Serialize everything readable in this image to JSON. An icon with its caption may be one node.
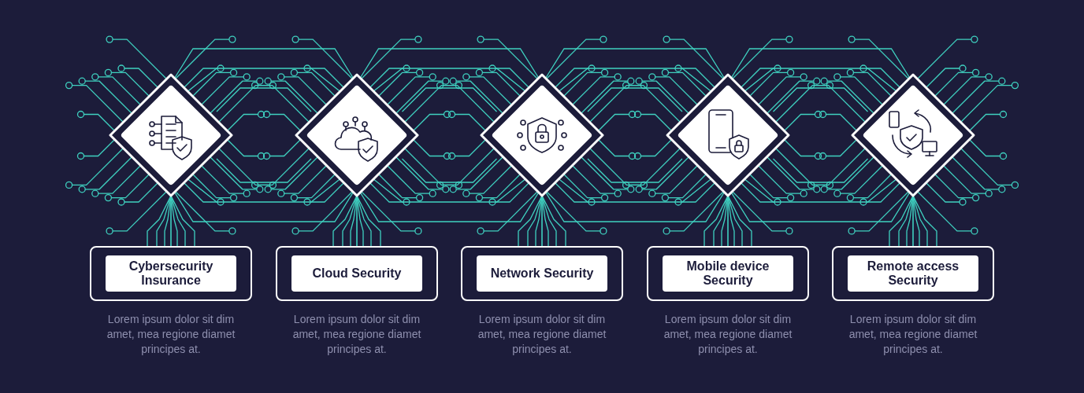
{
  "diagram": {
    "nodes": [
      {
        "text": [],
        "shape": "diamond"
      },
      {
        "text": [],
        "shape": "diamond"
      },
      {
        "text": [],
        "shape": "diamond"
      },
      {
        "text": [],
        "shape": "diamond"
      },
      {
        "text": [],
        "shape": "diamond"
      },
      {
        "text": [
          "Cybersecurity Insurance"
        ],
        "beside": [
          "Lorem ipsum dolor sit dim amet, mea regione diamet principes at."
        ]
      },
      {
        "text": [
          "Cloud Security"
        ],
        "beside": [
          "Lorem ipsum dolor sit dim amet, mea regione diamet principes at."
        ]
      },
      {
        "text": [
          "Network Security"
        ],
        "beside": [
          "Lorem ipsum dolor sit dim amet, mea regione diamet principes at."
        ]
      },
      {
        "text": [
          "Mobile device Security"
        ],
        "beside": [
          "Lorem ipsum dolor sit dim amet, mea regione diamet principes at."
        ]
      },
      {
        "text": [
          "Remote access Security"
        ],
        "beside": [
          "Lorem ipsum dolor sit dim amet, mea regione diamet principes at."
        ]
      }
    ],
    "edges": [
      {
        "from": 0,
        "to": 5,
        "arrow": "none"
      },
      {
        "from": 1,
        "to": 6,
        "arrow": "none"
      },
      {
        "from": 2,
        "to": 7,
        "arrow": "none"
      },
      {
        "from": 3,
        "to": 8,
        "arrow": "none"
      },
      {
        "from": 4,
        "to": 9,
        "arrow": "none"
      }
    ]
  }
}
